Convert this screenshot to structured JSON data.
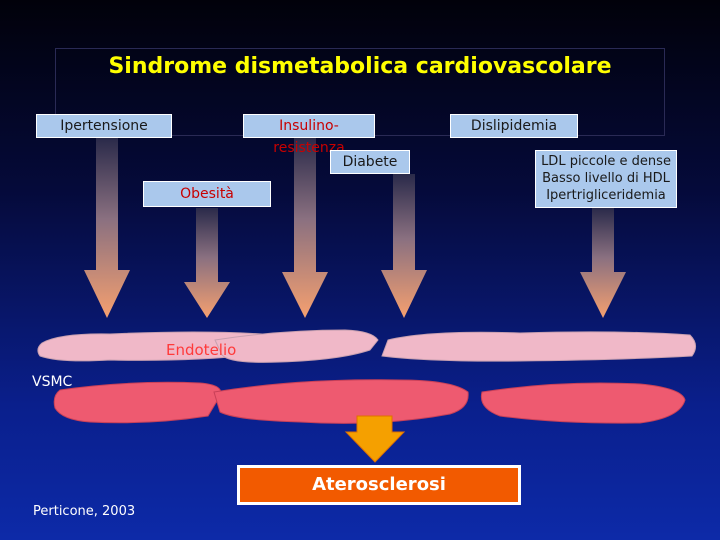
{
  "title": "Sindrome dismetabolica cardiovascolare",
  "factors": {
    "ipertensione": "Ipertensione",
    "insulino": "Insulino-resistenza",
    "dislipidemia": "Dislipidemia",
    "diabete": "Diabete",
    "obesita": "Obesità",
    "ldl_lines": [
      "LDL piccole e dense",
      "Basso livello di HDL",
      "Ipertrigliceridemia"
    ]
  },
  "layers": {
    "endotelio": "Endotelio",
    "vsmc": "VSMC"
  },
  "outcome": "Aterosclerosi",
  "citation": "Perticone, 2003",
  "colors": {
    "title": "#ffff00",
    "box_fill": "#aac8ec",
    "endothelium": "#f0b8c8",
    "vsmc": "#ee5a70",
    "outcome": "#f25a00",
    "arrow": "#f5a070"
  }
}
